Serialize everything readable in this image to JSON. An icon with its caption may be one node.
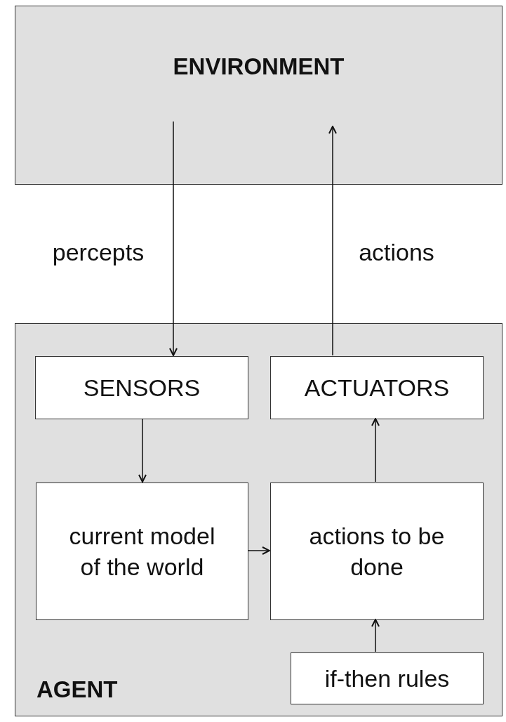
{
  "diagram": {
    "nodes": [
      {
        "text": [
          "ENVIRONMENT"
        ]
      },
      {
        "text": [
          "AGENT"
        ]
      },
      {
        "text": [
          "SENSORS"
        ],
        "in": 1
      },
      {
        "text": [
          "ACTUATORS"
        ],
        "in": 1
      },
      {
        "text": [
          "current model of the world"
        ],
        "in": 1
      },
      {
        "text": [
          "actions to be done"
        ],
        "in": 1
      },
      {
        "text": [
          "if-then rules"
        ],
        "in": 1
      }
    ],
    "edges": [
      {
        "from": 0,
        "to": 2,
        "arrow": "to",
        "label": "percepts"
      },
      {
        "from": 3,
        "to": 0,
        "arrow": "to",
        "label": "actions"
      },
      {
        "from": 2,
        "to": 4,
        "arrow": "to"
      },
      {
        "from": 4,
        "to": 5,
        "arrow": "to"
      },
      {
        "from": 5,
        "to": 3,
        "arrow": "to"
      },
      {
        "from": 6,
        "to": 5,
        "arrow": "to"
      }
    ]
  }
}
